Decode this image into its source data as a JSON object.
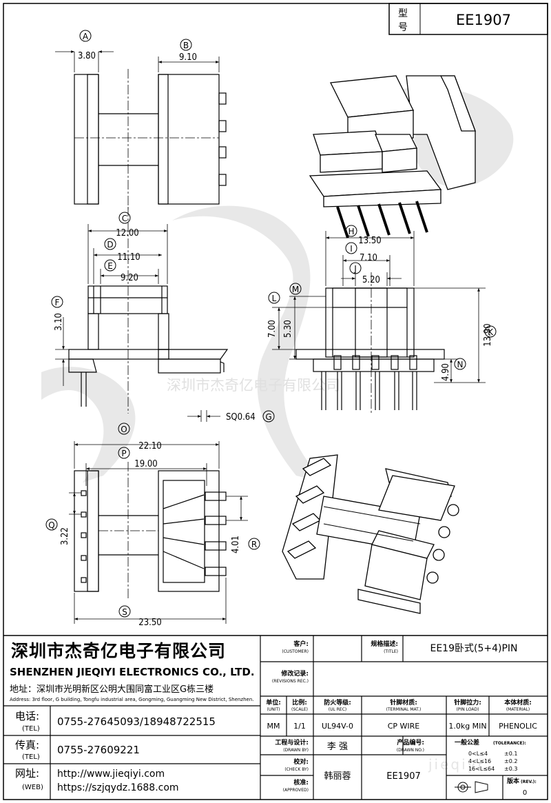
{
  "header": {
    "model_label": "型号",
    "model_value": "EE1907"
  },
  "watermark": {
    "text": "深圳市杰奇亿电子有限公司",
    "site": "jieqiyi"
  },
  "dimensions": {
    "A": {
      "letter": "A",
      "value": "3.80"
    },
    "B": {
      "letter": "B",
      "value": "9.10"
    },
    "C": {
      "letter": "C",
      "value": "12.00"
    },
    "D": {
      "letter": "D",
      "value": "11.10"
    },
    "E": {
      "letter": "E",
      "value": "9.20"
    },
    "F": {
      "letter": "F",
      "value": "3.10"
    },
    "G": {
      "letter": "G",
      "value": "SQ0.64"
    },
    "H": {
      "letter": "H",
      "value": "13.50"
    },
    "I": {
      "letter": "I",
      "value": "7.10"
    },
    "J": {
      "letter": "J",
      "value": "5.20"
    },
    "K": {
      "letter": "K",
      "value": "13.90"
    },
    "L": {
      "letter": "L",
      "value": "7.00"
    },
    "M": {
      "letter": "M",
      "value": "5.30"
    },
    "N": {
      "letter": "N",
      "value": "4.90"
    },
    "O": {
      "letter": "O",
      "value": "22.10"
    },
    "P": {
      "letter": "P",
      "value": "19.00"
    },
    "Q": {
      "letter": "Q",
      "value": "3.22"
    },
    "R": {
      "letter": "R",
      "value": "4.01"
    },
    "S": {
      "letter": "S",
      "value": "23.50"
    }
  },
  "company": {
    "name_cn": "深圳市杰奇亿电子有限公司",
    "name_en": "SHENZHEN JIEQIYI ELECTRONICS CO., LTD.",
    "address_cn": "地址：深圳市光明新区公明大围同富工业区G栋三楼",
    "address_en": "Address: 3rd floor, G building, Tongfu industrial area, Gongming, Guangming New District, Shenzhen.",
    "tel_label": "电话:",
    "tel_sub": "(TEL)",
    "tel_value": "0755-27645093/18948722515",
    "fax_label": "传真:",
    "fax_sub": "(TEL)",
    "fax_value": "0755-27609221",
    "web_label": "网址:",
    "web_sub": "(WEB)",
    "web_value1": "http://www.jieqiyi.com",
    "web_value2": "https://szjqydz.1688.com"
  },
  "titleblock": {
    "customer_label": "客户:",
    "customer_sub": "(CUSTOMER)",
    "customer_value": "",
    "title_label": "规格描述:",
    "title_sub": "(TITLE)",
    "title_value": "EE19卧式(5+4)PIN",
    "rev_label": "修改记录:",
    "rev_sub": "(REVISIONS REC.)",
    "unit_label": "单位:",
    "unit_sub": "(UNIT)",
    "unit_value": "MM",
    "scale_label": "比例:",
    "scale_sub": "(SCALE)",
    "scale_value": "1/1",
    "ul_label": "防火等级:",
    "ul_sub": "(UL REC)",
    "ul_value": "UL94V-0",
    "terminal_label": "针脚材质:",
    "terminal_sub": "(TERMINAL MAT.)",
    "terminal_value": "CP WIRE",
    "pinload_label": "针脚拉力:",
    "pinload_sub": "(PIN LOAD)",
    "pinload_value": "1.0kg MIN",
    "material_label": "本体材质:",
    "material_sub": "(MATERIAL)",
    "material_value": "PHENOLIC",
    "drawn_label": "工程与设计:",
    "drawn_sub": "(DRAWN BY)",
    "drawn_value": "李  强",
    "drawn_no_label": "产品编号:",
    "drawn_no_sub": "(DRAWN NO.)",
    "drawn_no_value": "EE1907",
    "tolerance_label": "一般公差",
    "tolerance_sub": "(TOLERANCE):",
    "tol1_range": "0<L≤4",
    "tol1_value": "±0.1",
    "tol2_range": "4<L≤16",
    "tol2_value": "±0.2",
    "tol3_range": "16<L≤64",
    "tol3_value": "±0.3",
    "check_label": "校对:",
    "check_sub": "(CHECK BY)",
    "check_value": "韩丽蓉",
    "approved_label": "核准:",
    "approved_sub": "(APPROVED)",
    "approved_value": "",
    "version_label": "版本",
    "version_sub": "(REV.):",
    "version_value": "0"
  }
}
